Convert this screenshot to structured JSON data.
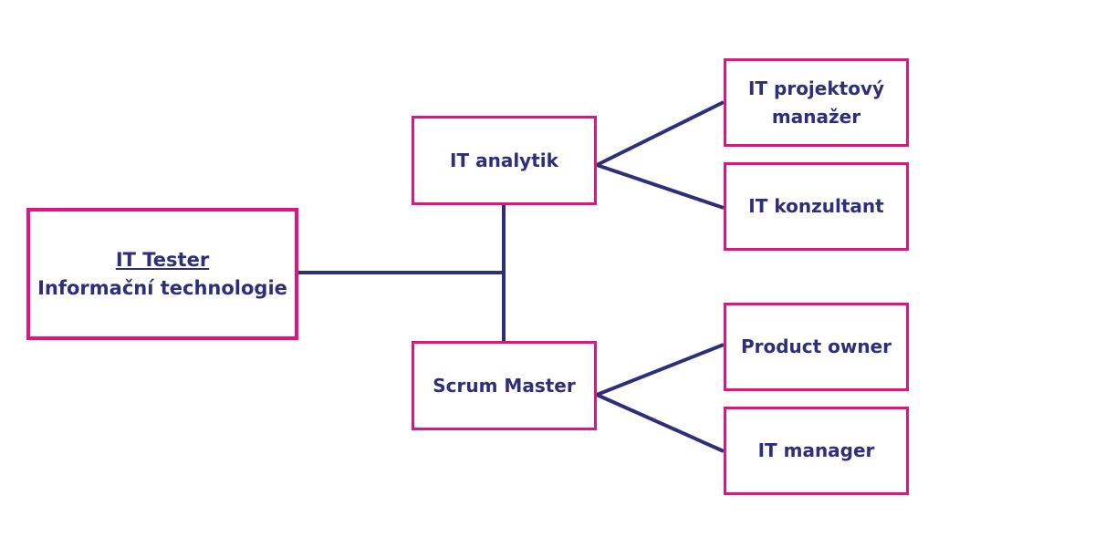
{
  "colors": {
    "box_border": "#e0137f",
    "connector": "#2e2e7a",
    "text": "#2e2e7a"
  },
  "root": {
    "title_link": "IT Tester",
    "subtitle": "Informační technologie"
  },
  "level1": [
    {
      "label": "IT analytik"
    },
    {
      "label": "Scrum Master"
    }
  ],
  "level2": [
    {
      "label_line1": "IT projektový",
      "label_line2": "manažer"
    },
    {
      "label": "IT konzultant"
    },
    {
      "label": "Product owner"
    },
    {
      "label": "IT manager"
    }
  ]
}
